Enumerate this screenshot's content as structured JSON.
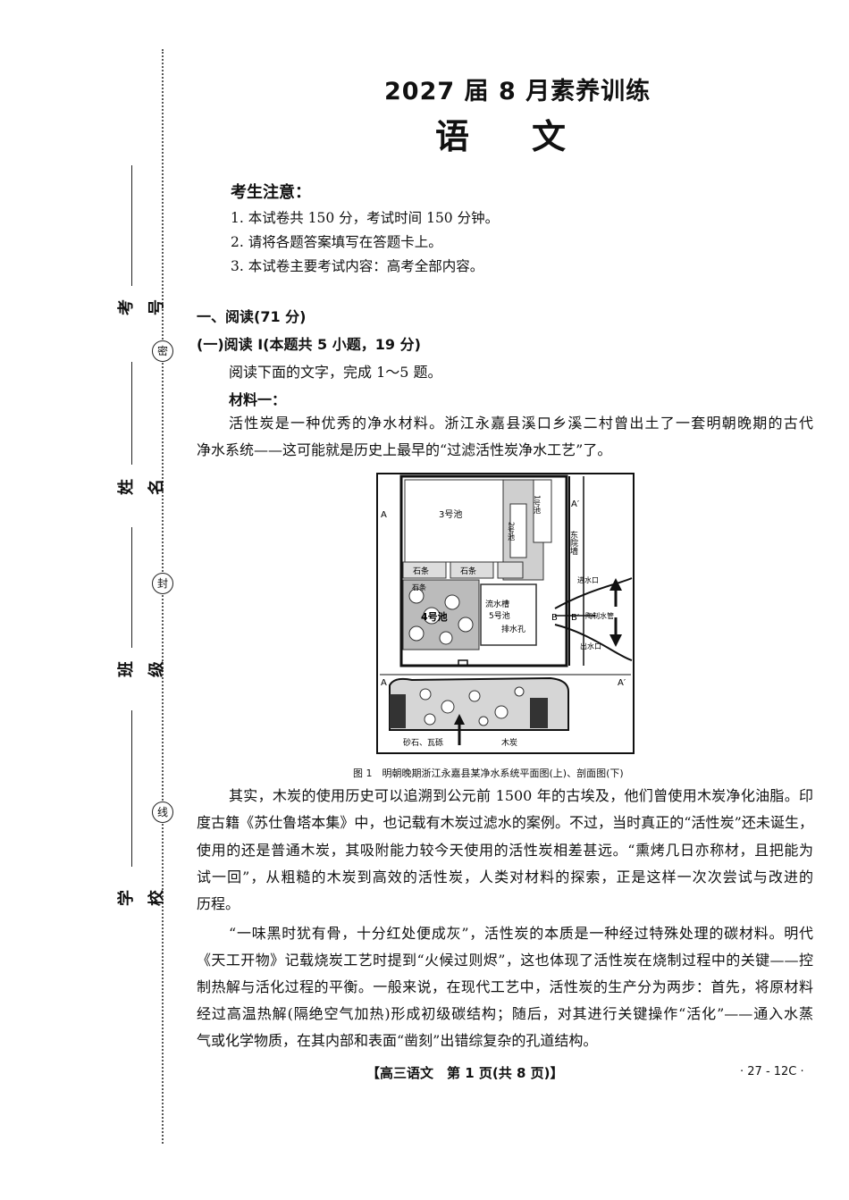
{
  "margin": {
    "seals": [
      "密",
      "封",
      "线"
    ],
    "fields": [
      "考号",
      "姓名",
      "班级",
      "学校"
    ]
  },
  "header": {
    "title": "2027 届 8 月素养训练",
    "subject": "语文"
  },
  "notice": {
    "title": "考生注意：",
    "items": [
      "1. 本试卷共 150 分，考试时间 150 分钟。",
      "2. 请将各题答案填写在答题卡上。",
      "3. 本试卷主要考试内容：高考全部内容。"
    ]
  },
  "section": {
    "title": "一、阅读(71 分)",
    "subtitle": "(一)阅读 Ⅰ(本题共 5 小题，19 分)",
    "instruction": "阅读下面的文字，完成 1～5 题。",
    "material_label": "材料一："
  },
  "paragraphs": {
    "p1": [
      "活性炭是一种优秀的净水材料。浙江永嘉县溪口乡溪二村曾出土了一套明朝晚期的古代",
      "净水系统——这可能就是历史上最早的“过滤活性炭净水工艺”了。"
    ],
    "p2": [
      "其实，木炭的使用历史可以追溯到公元前 1500 年的古埃及，他们曾使用木炭净化油脂。印",
      "度古籍《苏仕鲁塔本集》中，也记载有木炭过滤水的案例。不过，当时真正的“活性炭”还未诞生，",
      "使用的还是普通木炭，其吸附能力较今天使用的活性炭相差甚远。“熏烤几日亦称材，且把能为",
      "试一回”，从粗糙的木炭到高效的活性炭，人类对材料的探索，正是这样一次次尝试与改进的",
      "历程。"
    ],
    "p3": [
      "“一味黑时犹有骨，十分红处便成灰”，活性炭的本质是一种经过特殊处理的碳材料。明代",
      "《天工开物》记载烧炭工艺时提到“火候过则烬”，这也体现了活性炭在烧制过程中的关键——控",
      "制热解与活化过程的平衡。一般来说，在现代工艺中，活性炭的生产分为两步：首先，将原材料",
      "经过高温热解(隔绝空气加热)形成初级碳结构；随后，对其进行关键操作“活化”——通入水蒸",
      "气或化学物质，在其内部和表面“凿刻”出错综复杂的孔道结构。"
    ]
  },
  "figure": {
    "labels": {
      "pool3": "3号池",
      "pool2": "2号池",
      "pool1": "1号池",
      "wall": "东院墙",
      "stone1": "石条",
      "stone2": "石条",
      "stone3": "石条",
      "pool4": "4号池",
      "pool5a": "流水槽",
      "pool5b": "5号池",
      "drain": "排水孔",
      "inlet": "进水口",
      "pipe": "陶制水管",
      "outlet": "出水口",
      "gravel": "砂石、瓦砾",
      "charcoal": "木炭",
      "a_left": "A",
      "a_right": "A′",
      "a_left2": "A",
      "a_right2": "A′",
      "b": "B",
      "b_right": "B′"
    },
    "caption": "图 1　明朝晚期浙江永嘉县某净水系统平面图(上)、剖面图(下)"
  },
  "footer": {
    "center": "【高三语文　第 1 页(共 8 页)】",
    "right": "· 27 - 12C ·"
  }
}
